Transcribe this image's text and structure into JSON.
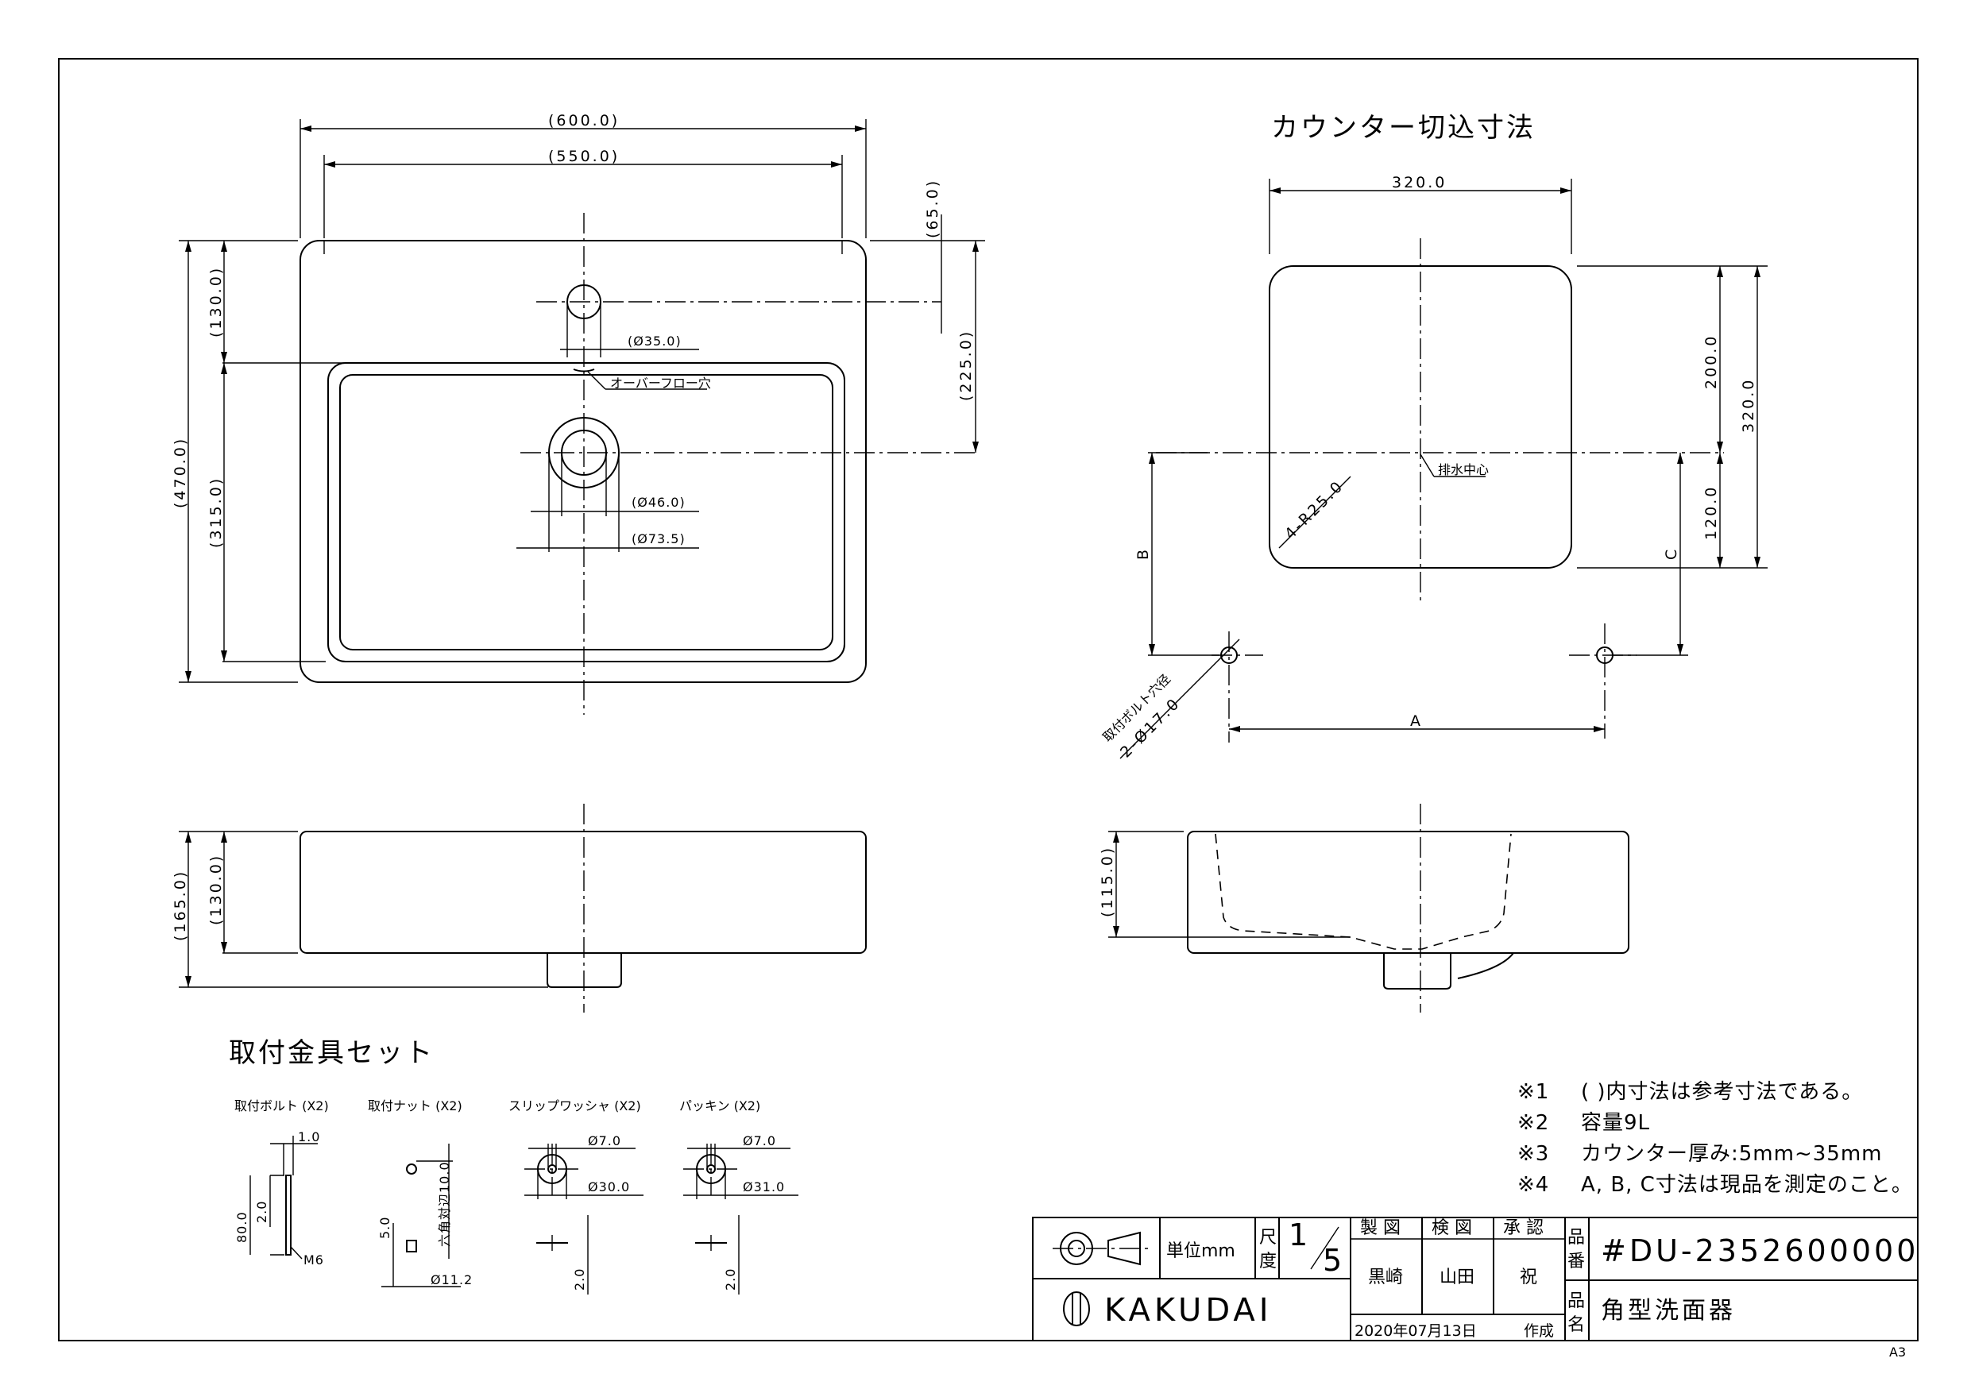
{
  "plan_view": {
    "dim_600": "(600.0)",
    "dim_550": "(550.0)",
    "dim_65": "(65.0)",
    "dim_130": "(130.0)",
    "dim_225": "(225.0)",
    "dim_470": "(470.0)",
    "dim_315": "(315.0)",
    "dia_35": "(Ø35.0)",
    "overflow_label": "オーバーフロー穴",
    "dia_46": "(Ø46.0)",
    "dia_73": "(Ø73.5)"
  },
  "side_view": {
    "dim_165": "(165.0)",
    "dim_130": "(130.0)"
  },
  "cutout": {
    "title": "カウンター切込寸法",
    "dim_320_top": "320.0",
    "dim_200": "200.0",
    "dim_320_right": "320.0",
    "dim_120": "120.0",
    "radius": "4-R25.0",
    "drain_center": "排水中心",
    "dim_b": "B",
    "dim_c": "C",
    "dim_a": "A",
    "bolt_hole_line1": "取付ボルト穴径",
    "bolt_hole_line2": "2-Ø17.0"
  },
  "section_view": {
    "dim_115": "(115.0)"
  },
  "fittings": {
    "title": "取付金具セット",
    "bolt": {
      "label": "取付ボルト (X2)",
      "dim_1": "1.0",
      "dim_80": "80.0",
      "dim_2": "2.0",
      "thread": "M6"
    },
    "nut": {
      "label": "取付ナット (X2)",
      "dim_hex": "六角対辺10.0",
      "dim_5": "5.0",
      "dia": "Ø11.2"
    },
    "slip_washer": {
      "label": "スリップワッシャ (X2)",
      "dia_in": "Ø7.0",
      "dia_out": "Ø30.0",
      "thick": "2.0"
    },
    "packing": {
      "label": "パッキン (X2)",
      "dia_in": "Ø7.0",
      "dia_out": "Ø31.0",
      "thick": "2.0"
    }
  },
  "notes": [
    {
      "mark": "※1",
      "text": "( )内寸法は参考寸法である。"
    },
    {
      "mark": "※2",
      "text": "容量9L"
    },
    {
      "mark": "※3",
      "text": "カウンター厚み:5mm~35mm"
    },
    {
      "mark": "※4",
      "text": "A, B, C寸法は現品を測定のこと。"
    }
  ],
  "title_block": {
    "unit": "単位mm",
    "scale_label_1": "尺",
    "scale_label_2": "度",
    "scale_num": "1",
    "scale_den": "5",
    "made_label": "製 図",
    "check_label": "検 図",
    "approve_label": "承 認",
    "made_name": "黒崎",
    "check_name": "山田",
    "approve_name": "祝",
    "code_label_1": "品",
    "code_label_2": "番",
    "code": "#DU-2352600000",
    "name_label_1": "品",
    "name_label_2": "名",
    "product_name": "角型洗面器",
    "company": "KAKUDAI",
    "date": "2020年07月13日",
    "made_word": "作成",
    "sheet_size": "A3"
  }
}
